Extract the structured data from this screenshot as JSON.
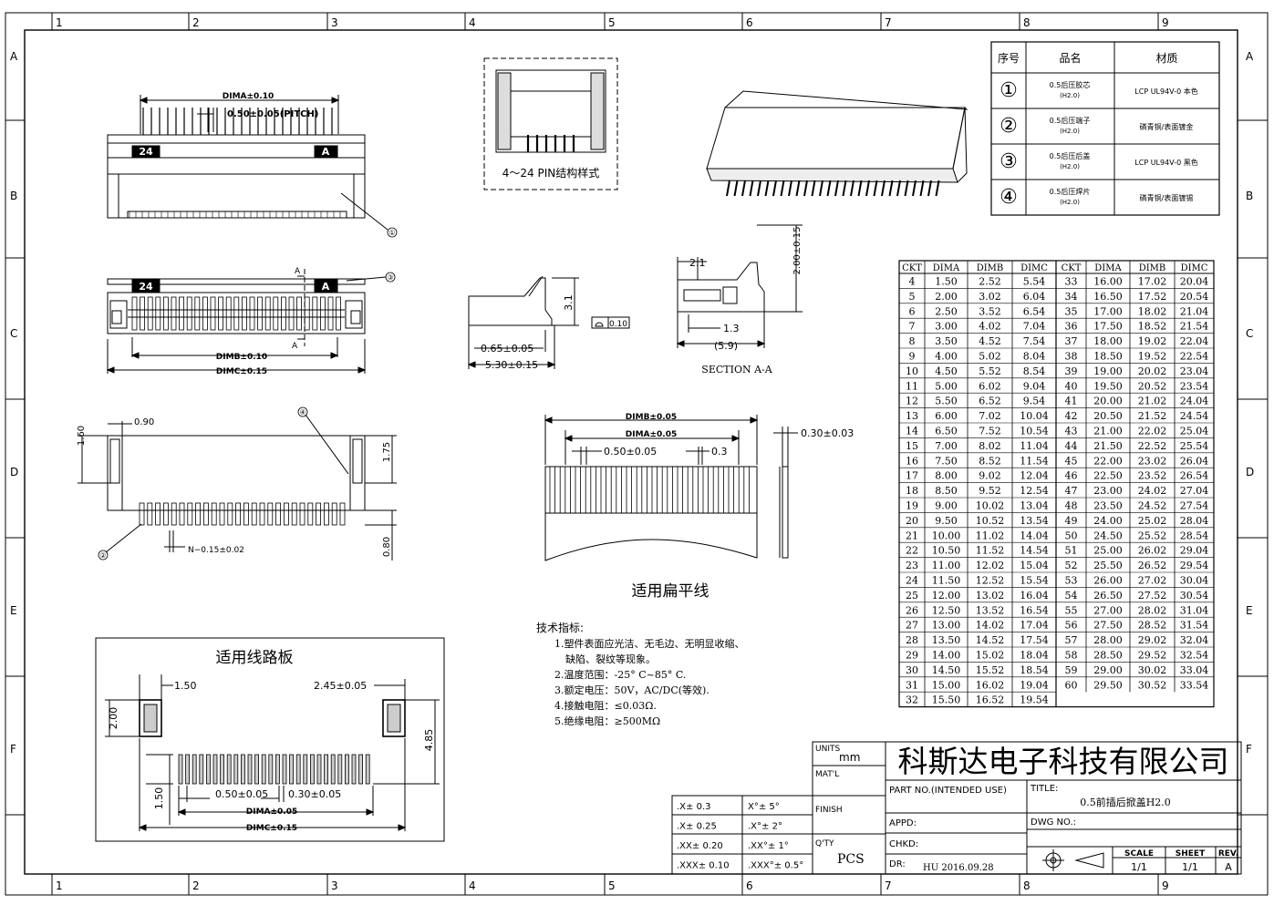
{
  "border": {
    "columns_top": [
      "1",
      "2",
      "3",
      "4",
      "5",
      "6",
      "7",
      "8",
      "9"
    ],
    "columns_bottom": [
      "1",
      "2",
      "3",
      "4",
      "5",
      "6",
      "7",
      "8",
      "9"
    ],
    "rows": [
      "A",
      "B",
      "C",
      "D",
      "E",
      "F"
    ]
  },
  "materials": {
    "headers": [
      "序号",
      "品名",
      "材质"
    ],
    "rows": [
      {
        "no": "①",
        "name": "0.5后压胶芯",
        "sub": "(H2.0)",
        "material": "LCP UL94V-0 本色"
      },
      {
        "no": "②",
        "name": "0.5后压端子",
        "sub": "(H2.0)",
        "material": "磷青铜/表面镀金"
      },
      {
        "no": "③",
        "name": "0.5后压后盖",
        "sub": "(H2.0)",
        "material": "LCP UL94V-0 黑色"
      },
      {
        "no": "④",
        "name": "0.5后压焊片",
        "sub": "(H2.0)",
        "material": "磷青铜/表面镀锡"
      }
    ]
  },
  "ckt_table": {
    "headers": [
      "CKT",
      "DIMA",
      "DIMB",
      "DIMC"
    ],
    "left": [
      [
        "4",
        "1.50",
        "2.52",
        "5.54"
      ],
      [
        "5",
        "2.00",
        "3.02",
        "6.04"
      ],
      [
        "6",
        "2.50",
        "3.52",
        "6.54"
      ],
      [
        "7",
        "3.00",
        "4.02",
        "7.04"
      ],
      [
        "8",
        "3.50",
        "4.52",
        "7.54"
      ],
      [
        "9",
        "4.00",
        "5.02",
        "8.04"
      ],
      [
        "10",
        "4.50",
        "5.52",
        "8.54"
      ],
      [
        "11",
        "5.00",
        "6.02",
        "9.04"
      ],
      [
        "12",
        "5.50",
        "6.52",
        "9.54"
      ],
      [
        "13",
        "6.00",
        "7.02",
        "10.04"
      ],
      [
        "14",
        "6.50",
        "7.52",
        "10.54"
      ],
      [
        "15",
        "7.00",
        "8.02",
        "11.04"
      ],
      [
        "16",
        "7.50",
        "8.52",
        "11.54"
      ],
      [
        "17",
        "8.00",
        "9.02",
        "12.04"
      ],
      [
        "18",
        "8.50",
        "9.52",
        "12.54"
      ],
      [
        "19",
        "9.00",
        "10.02",
        "13.04"
      ],
      [
        "20",
        "9.50",
        "10.52",
        "13.54"
      ],
      [
        "21",
        "10.00",
        "11.02",
        "14.04"
      ],
      [
        "22",
        "10.50",
        "11.52",
        "14.54"
      ],
      [
        "23",
        "11.00",
        "12.02",
        "15.04"
      ],
      [
        "24",
        "11.50",
        "12.52",
        "15.54"
      ],
      [
        "25",
        "12.00",
        "13.02",
        "16.04"
      ],
      [
        "26",
        "12.50",
        "13.52",
        "16.54"
      ],
      [
        "27",
        "13.00",
        "14.02",
        "17.04"
      ],
      [
        "28",
        "13.50",
        "14.52",
        "17.54"
      ],
      [
        "29",
        "14.00",
        "15.02",
        "18.04"
      ],
      [
        "30",
        "14.50",
        "15.52",
        "18.54"
      ],
      [
        "31",
        "15.00",
        "16.02",
        "19.04"
      ],
      [
        "32",
        "15.50",
        "16.52",
        "19.54"
      ]
    ],
    "right": [
      [
        "33",
        "16.00",
        "17.02",
        "20.04"
      ],
      [
        "34",
        "16.50",
        "17.52",
        "20.54"
      ],
      [
        "35",
        "17.00",
        "18.02",
        "21.04"
      ],
      [
        "36",
        "17.50",
        "18.52",
        "21.54"
      ],
      [
        "37",
        "18.00",
        "19.02",
        "22.04"
      ],
      [
        "38",
        "18.50",
        "19.52",
        "22.54"
      ],
      [
        "39",
        "19.00",
        "20.02",
        "23.04"
      ],
      [
        "40",
        "19.50",
        "20.52",
        "23.54"
      ],
      [
        "41",
        "20.00",
        "21.02",
        "24.04"
      ],
      [
        "42",
        "20.50",
        "21.52",
        "24.54"
      ],
      [
        "43",
        "21.00",
        "22.02",
        "25.04"
      ],
      [
        "44",
        "21.50",
        "22.52",
        "25.54"
      ],
      [
        "45",
        "22.00",
        "23.02",
        "26.04"
      ],
      [
        "46",
        "22.50",
        "23.52",
        "26.54"
      ],
      [
        "47",
        "23.00",
        "24.02",
        "27.04"
      ],
      [
        "48",
        "23.50",
        "24.52",
        "27.54"
      ],
      [
        "49",
        "24.00",
        "25.02",
        "28.04"
      ],
      [
        "50",
        "24.50",
        "25.52",
        "28.54"
      ],
      [
        "51",
        "25.00",
        "26.02",
        "29.04"
      ],
      [
        "52",
        "25.50",
        "26.52",
        "29.54"
      ],
      [
        "53",
        "26.00",
        "27.02",
        "30.04"
      ],
      [
        "54",
        "26.50",
        "27.52",
        "30.54"
      ],
      [
        "55",
        "27.00",
        "28.02",
        "31.04"
      ],
      [
        "56",
        "27.50",
        "28.52",
        "31.54"
      ],
      [
        "57",
        "28.00",
        "29.02",
        "32.04"
      ],
      [
        "58",
        "28.50",
        "29.52",
        "32.54"
      ],
      [
        "59",
        "29.00",
        "30.02",
        "33.04"
      ],
      [
        "60",
        "29.50",
        "30.52",
        "33.54"
      ]
    ]
  },
  "views": {
    "front": {
      "dima": "DIMA±0.10",
      "pitch": "0.50±0.05(PITCH)",
      "pin_count": "24",
      "pin_first": "A",
      "balloon": "①"
    },
    "top": {
      "balloon": "③",
      "section_mark": "A",
      "dimb": "DIMB±0.10",
      "dimc": "DIMC±0.15",
      "pin_count": "24",
      "pin_first": "A"
    },
    "bottom": {
      "d090": "0.90",
      "d160": "1.60",
      "d175": "1.75",
      "d080": "0.80",
      "n_pitch": "N−0.15±0.02",
      "balloon_2": "②",
      "balloon_4": "④"
    },
    "pin_style": {
      "caption": "4～24 PIN结构样式"
    },
    "side": {
      "d31": "3.1",
      "d065": "0.65±0.05",
      "d530": "5.30±0.15",
      "flatness": "0.10"
    },
    "section": {
      "d21": "2.1",
      "d13": "1.3",
      "d59": "(5.9)",
      "d200": "2.00±0.15",
      "caption": "SECTION A-A"
    },
    "ffc": {
      "dimb": "DIMB±0.05",
      "dima": "DIMA±0.05",
      "pitch": "0.50±0.05",
      "width": "0.3",
      "thick": "0.30±0.03",
      "caption": "适用扁平线"
    },
    "pcb": {
      "title": "适用线路板",
      "d150": "1.50",
      "d245": "2.45±0.05",
      "d200": "2.00",
      "d485": "4.85",
      "d150b": "1.50",
      "pitch": "0.50±0.05",
      "pad": "0.30±0.05",
      "dima": "DIMA±0.05",
      "dimc": "DIMC±0.15"
    }
  },
  "tech_specs": {
    "title": "技术指标:",
    "lines": [
      "1.塑件表面应光洁、无毛边、无明显收缩、",
      "缺陷、裂纹等现象。",
      "2.温度范围：-25° C~85° C.",
      "3.额定电压：50V，AC/DC(等效).",
      "4.接触电阻：≤0.03Ω.",
      "5.绝缘电阻：≥500MΩ"
    ]
  },
  "title_block": {
    "company": "科斯达电子科技有限公司",
    "units_label": "UNITS",
    "units_value": "mm",
    "matl_label": "MAT'L",
    "finish_label": "FINISH",
    "qty_label": "Q'TY",
    "qty_value": "PCS",
    "part_no_label": "PART NO.(INTENDED USE)",
    "title_label": "TITLE:",
    "title_value": "0.5前插后掀盖H2.0",
    "appd_label": "APPD:",
    "chkd_label": "CHKD:",
    "dwg_label": "DWG NO.:",
    "dr_label": "DR:",
    "dr_value": "HU  2016.09.28",
    "scale_label": "SCALE",
    "scale_value": "1/1",
    "sheet_label": "SHEET",
    "sheet_value": "1/1",
    "rev_label": "REV.",
    "rev_value": "A",
    "tolerances": [
      [
        ".X± 0.3",
        "X°± 5°"
      ],
      [
        ".X± 0.25",
        ".X°± 2°"
      ],
      [
        ".XX± 0.20",
        ".XX°± 1°"
      ],
      [
        ".XXX± 0.10",
        ".XXX°± 0.5°"
      ]
    ]
  }
}
